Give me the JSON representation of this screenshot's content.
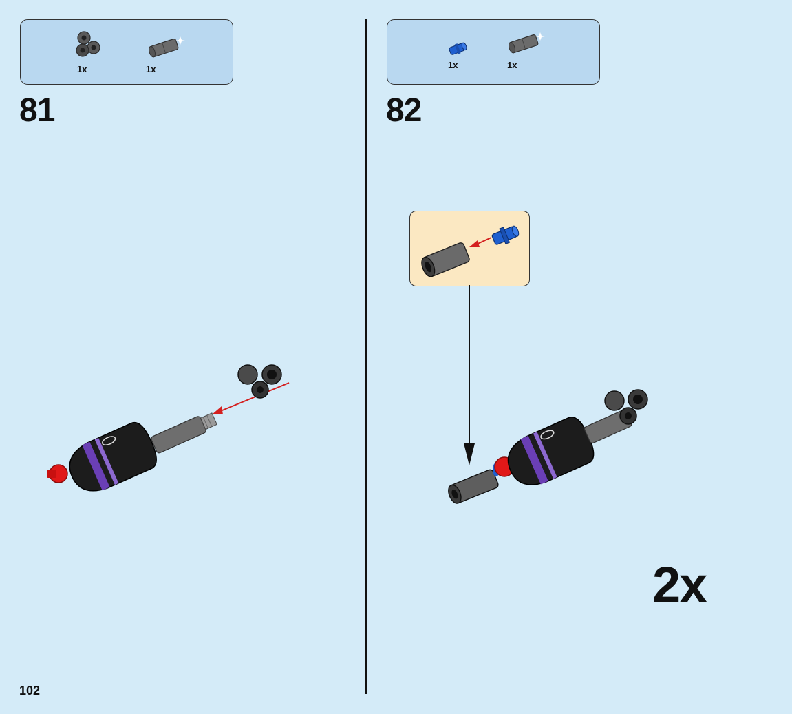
{
  "steps": [
    {
      "number": "81",
      "parts": [
        {
          "quantity": "1x",
          "icon": "technic-triple-axle-connector-icon",
          "color": "#555555"
        },
        {
          "quantity": "1x",
          "icon": "technic-axle-connector-icon",
          "color": "#6b6b6b"
        }
      ]
    },
    {
      "number": "82",
      "parts": [
        {
          "quantity": "1x",
          "icon": "blue-technic-pin-icon",
          "color": "#1f5fcf"
        },
        {
          "quantity": "1x",
          "icon": "technic-axle-connector-icon",
          "color": "#6b6b6b"
        }
      ],
      "multiplier": "2x"
    }
  ],
  "page_number": "102",
  "colors": {
    "background": "#d4ebf8",
    "parts_box": "#b9d8f0",
    "callout": "#fbe8c2",
    "arrow_red": "#d42020",
    "accent_purple": "#6a3fb5"
  }
}
